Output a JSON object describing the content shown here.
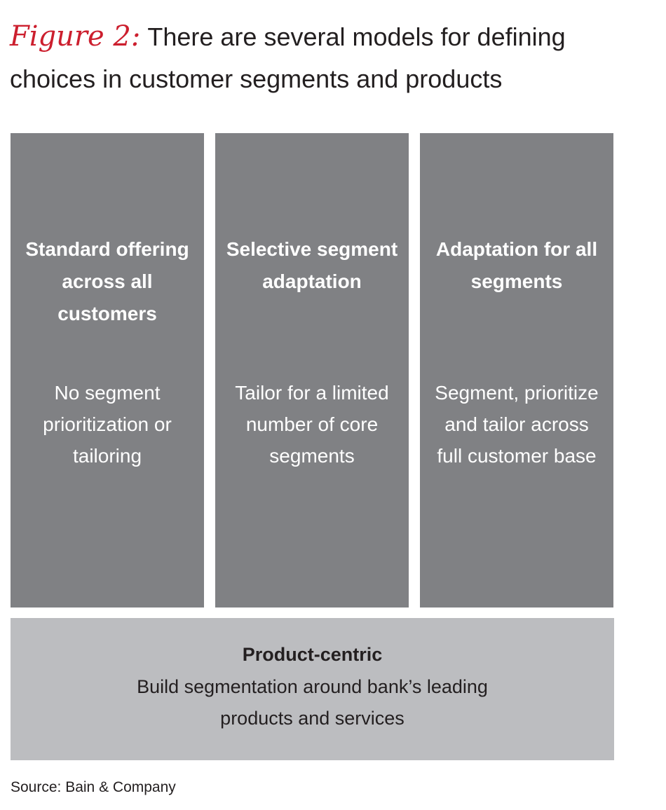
{
  "title": {
    "figure_label": "Figure 2:",
    "text": "There are several models for defining choices in customer segments and products"
  },
  "columns": [
    {
      "heading": "Standard offering across all customers",
      "description": "No segment prioritization or tailoring"
    },
    {
      "heading": "Selective segment adaptation",
      "description": "Tailor for a limited number of core segments"
    },
    {
      "heading": "Adaptation for all segments",
      "description": "Segment, prioritize and tailor across full customer base"
    }
  ],
  "base": {
    "heading": "Product-centric",
    "description": "Build segmentation around bank’s leading products and services"
  },
  "source": "Source: Bain & Company",
  "colors": {
    "figure_label": "#cc1f2e",
    "column_fill": "#808184",
    "base_fill": "#bcbdc0",
    "text_dark": "#231f20"
  }
}
